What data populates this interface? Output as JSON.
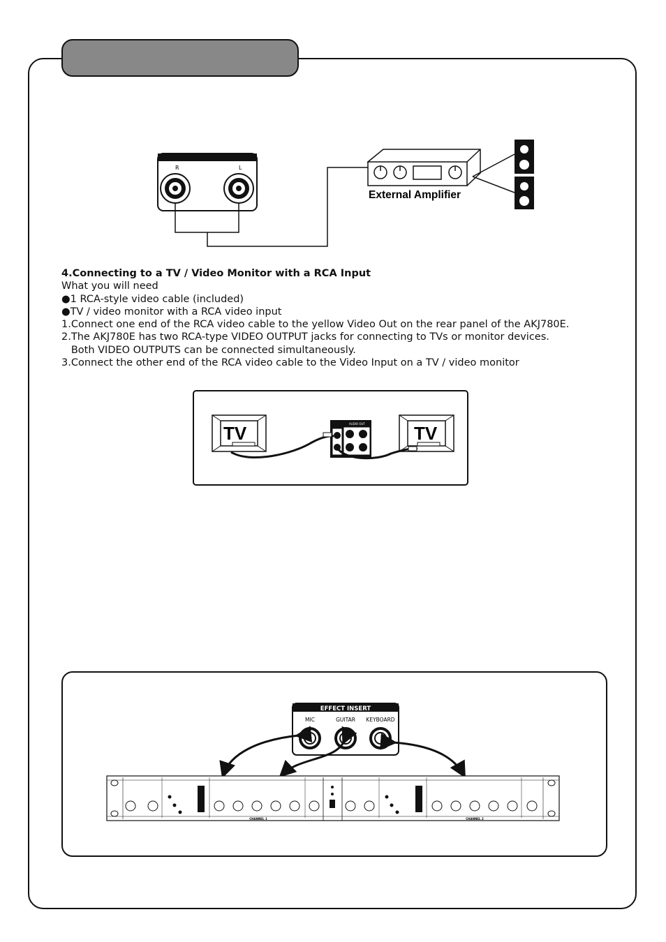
{
  "amp_diagram": {
    "channel_r": "R",
    "channel_l": "L",
    "amp_label": "External Amplifier"
  },
  "section4": {
    "heading": "4.Connecting to a TV / Video Monitor with a RCA Input",
    "need": "What you will need",
    "bullet1": "●1 RCA-style video cable (included)",
    "bullet2": "●TV / video monitor with a RCA video input",
    "step1": "1.Connect one end of the RCA video cable to the yellow Video Out on the rear panel of the AKJ780E.",
    "step2a": "2.The AKJ780E has two RCA-type VIDEO OUTPUT jacks for connecting to TVs or monitor devices.",
    "step2b": "   Both VIDEO OUTPUTS can be connected simultaneously.",
    "step3": "3.Connect the other end of the RCA video cable to the Video Input on a TV / video monitor"
  },
  "tv_diagram": {
    "tv_left": "TV",
    "tv_right": "TV",
    "audio_out": "AUDIO OUT"
  },
  "effect_diagram": {
    "title": "EFFECT INSERT",
    "jacks": [
      "MIC",
      "GUITAR",
      "KEYBOARD"
    ],
    "channel1": "CHANNEL 1",
    "channel2": "CHANNEL 2"
  },
  "colors": {
    "tab_fill": "#888888",
    "ink": "#111111"
  }
}
